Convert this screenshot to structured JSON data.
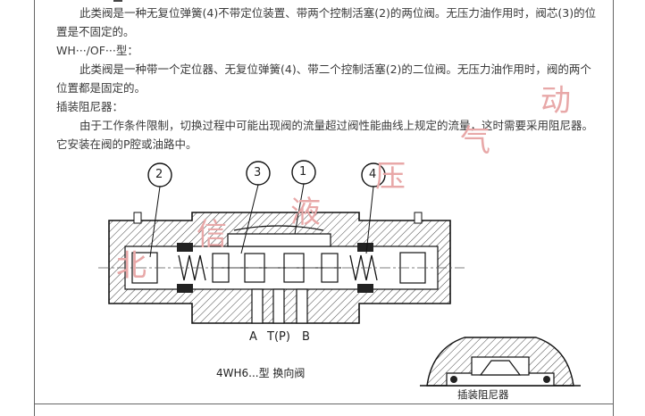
{
  "text": {
    "para1": "此类阀是一种无复位弹簧(4)不带定位装置、带两个控制活塞(2)的两位阀。无压力油作用时，阀芯(3)的位置是不固定的。",
    "model": "WH···/OF···型：",
    "para2": "此类阀是一种带一个定位器、无复位弹簧(4)、带二个控制活塞(2)的二位阀。无压力油作用时，阀的两个位置都是固定的。",
    "section": "插装阻尼器：",
    "para3": "由于工作条件限制，切换过程中可能出现阀的流量超过阀性能曲线上规定的流量，这时需要采用阻尼器。它安装在阀的P腔或油路中。"
  },
  "diagram": {
    "callouts": [
      "2",
      "3",
      "1",
      "4"
    ],
    "port_labels": [
      "A",
      "T(P)",
      "B"
    ],
    "caption_main": "4WH6...型 换向阀",
    "caption_damper": "插装阻尼器"
  },
  "watermark": [
    "北",
    "信",
    "液",
    "压",
    "气",
    "动"
  ],
  "colors": {
    "hatch": "#444444",
    "outline": "#111111",
    "watermark": "#e8a8a8"
  }
}
